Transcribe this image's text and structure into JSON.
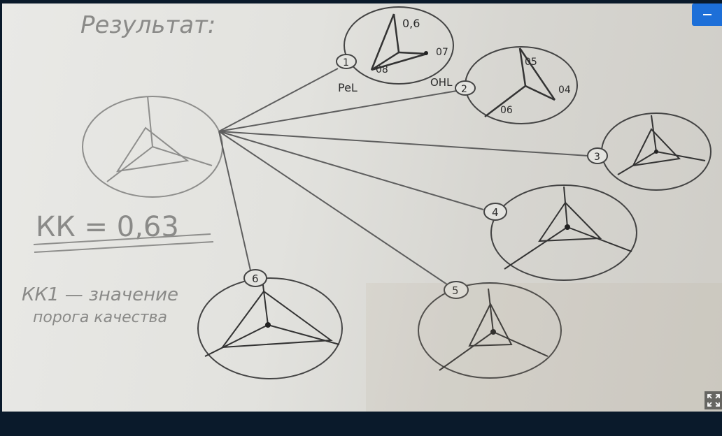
{
  "viewer": {
    "minimize_glyph": "–",
    "fullscreen_icon": "fullscreen-icon"
  },
  "photo": {
    "title": "Результат:",
    "formula": "КК = 0,63",
    "note_line1": "КК1 — значение",
    "note_line2": "порога качества",
    "left_label": "PeL",
    "right_label": "OHL",
    "node_labels": [
      "1",
      "2",
      "3",
      "4",
      "5",
      "6"
    ],
    "diagram1_values": [
      "0,6",
      "07",
      "08"
    ],
    "diagram2_values": [
      "05",
      "04",
      "06"
    ]
  },
  "colors": {
    "page_bg": "#0a1a2b",
    "accent": "#1d6fd8",
    "paper": "#e4e4e0",
    "pencil": "#555555"
  }
}
